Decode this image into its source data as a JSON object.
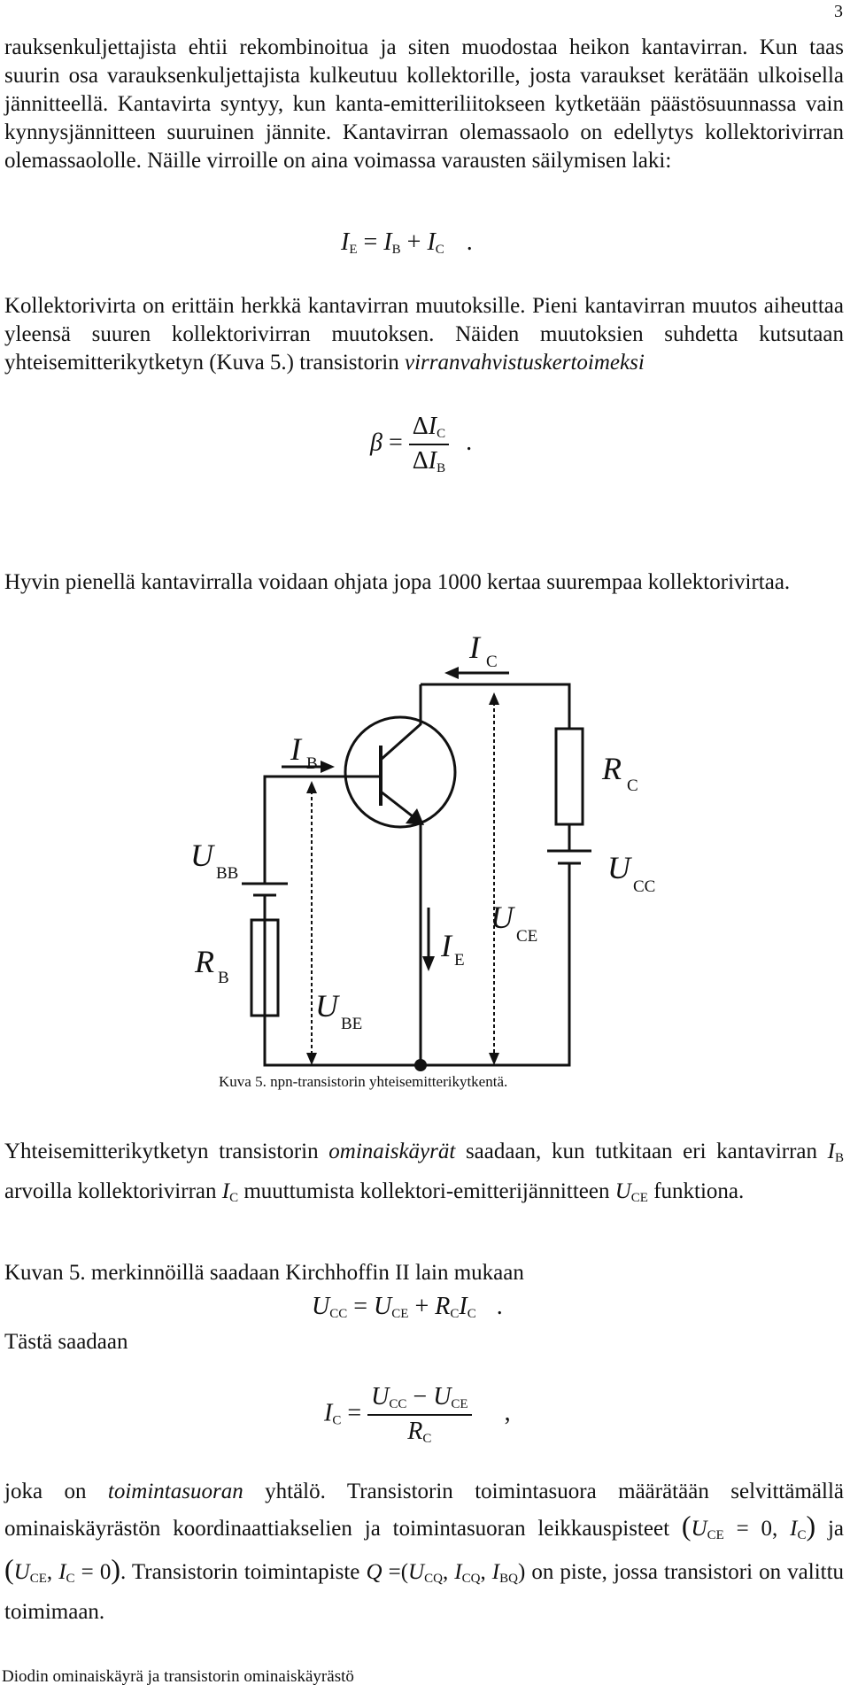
{
  "page_number": "3",
  "para1": "rauksenkuljettajista ehtii rekombinoitua ja siten muodostaa heikon kantavirran. Kun taas suurin osa varauksenkuljettajista kulkeutuu kollektorille, josta varaukset kerätään ulkoisella jännitteellä. Kantavirta syntyy, kun kanta-emitteriliitokseen kytketään päästösuunnassa vain kynnysjännitteen suuruinen jännite. Kantavirran olemassaolo on edellytys kollektorivirran olemassaololle. Näille virroille on aina voimassa varausten säilymisen laki:",
  "para2": "Kollektorivirta on erittäin herkkä kantavirran muutoksille. Pieni kantavirran muutos aiheuttaa yleensä suuren kollektorivirran muutoksen. Näiden muutoksien suhdetta kutsutaan yhteisemitterikytketyn (Kuva 5.) transistorin ",
  "para2_em": "virranvahvistuskertoimeksi",
  "para3": "Hyvin pienellä kantavirralla voidaan ohjata jopa 1000 kertaa suurempaa kollektorivirtaa.",
  "caption": "Kuva 5. npn-transistorin yhteisemitterikytkentä.",
  "para4_a": "Yhteisemitterikytketyn transistorin ",
  "para4_em": "ominaiskäyrät",
  "para4_b": " saadaan, kun tutkitaan eri kantavirran ",
  "para4_c": " arvoilla kollektorivirran ",
  "para4_d": " muuttumista kollektori-emitterijännitteen ",
  "para4_e": " funktiona.",
  "para5": "Kuvan 5. merkinnöillä saadaan Kirchhoffin II lain mukaan",
  "para6": "Tästä saadaan",
  "para7_a": "joka on ",
  "para7_em": "toimintasuoran",
  "para7_b": " yhtälö. Transistorin toimintasuora määrätään selvittämällä ominaiskäyrästön koordinaattiakselien ja toimintasuoran leikkauspisteet ",
  "para7_c": " ja ",
  "para7_d": ". Transistorin toimintapiste ",
  "para7_e": " on piste, jossa transistori on valittu toimimaan.",
  "footer": "Diodin ominaiskäyrä ja transistorin ominaiskäyrästö",
  "symbols": {
    "I": "I",
    "U": "U",
    "R": "R",
    "Q": "Q",
    "beta": "β",
    "delta": "Δ",
    "eq": "=",
    "plus": "+",
    "minus": "−",
    "dot": ".",
    "comma": ",",
    "zero": "0",
    "lparen": "(",
    "rparen": ")",
    "B": "B",
    "C": "C",
    "E": "E",
    "BB": "BB",
    "CC": "CC",
    "CE": "CE",
    "BE": "BE",
    "CQ": "CQ",
    "BQ": "BQ"
  },
  "circuit_labels": {
    "IC": "I",
    "IC_sub": "C",
    "IB": "I",
    "IB_sub": "B",
    "RC": "R",
    "RC_sub": "C",
    "UBB": "U",
    "UBB_sub": "BB",
    "UCC": "U",
    "UCC_sub": "CC",
    "UCE": "U",
    "UCE_sub": "CE",
    "IE": "I",
    "IE_sub": "E",
    "RB": "R",
    "RB_sub": "B",
    "UBE": "U",
    "UBE_sub": "BE"
  }
}
